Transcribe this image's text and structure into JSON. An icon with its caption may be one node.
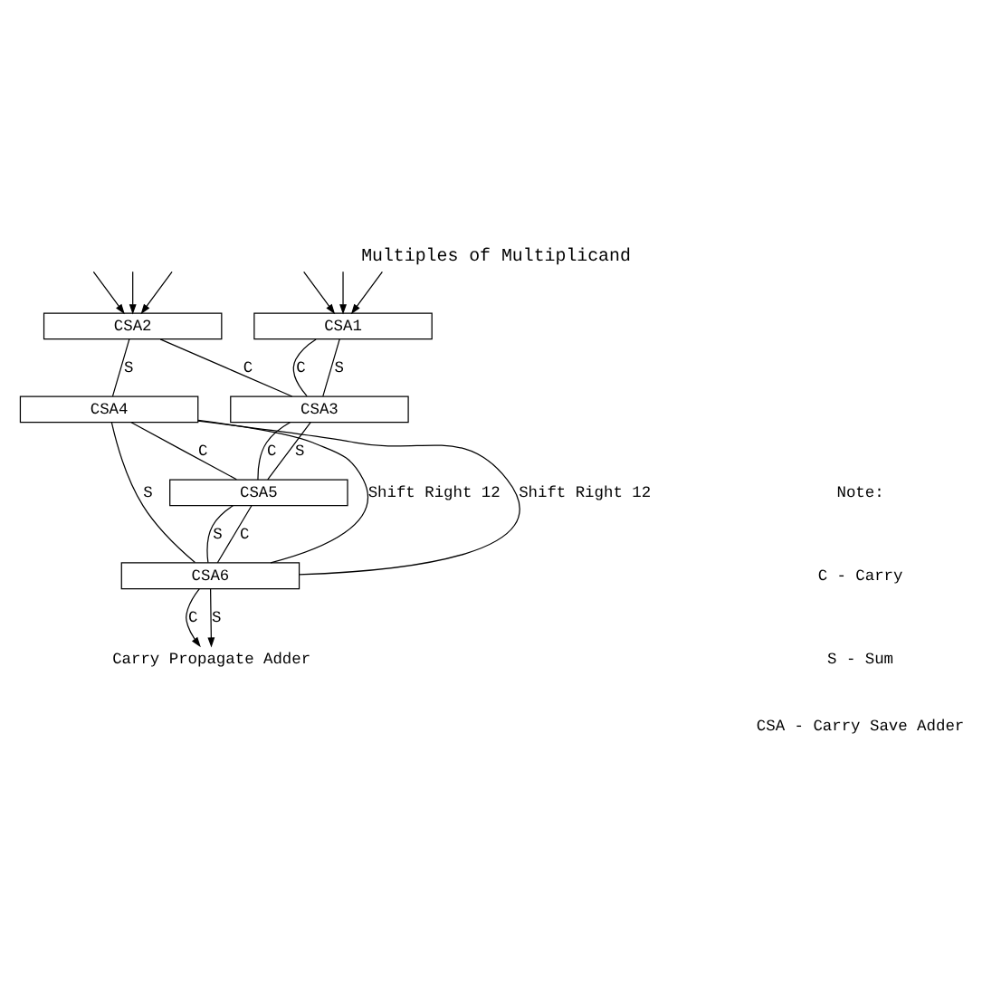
{
  "diagram": {
    "title": "Multiples of Multiplicand",
    "nodes": [
      {
        "text": [
          "CSA1"
        ]
      },
      {
        "text": [
          "CSA2"
        ]
      },
      {
        "text": [
          "CSA3"
        ]
      },
      {
        "text": [
          "CSA4"
        ]
      },
      {
        "text": [
          "CSA5"
        ]
      },
      {
        "text": [
          "CSA6"
        ]
      },
      {
        "text": [
          "Carry Propagate Adder"
        ]
      }
    ],
    "edges": [
      {
        "from": null,
        "to": 0,
        "arrow": "to"
      },
      {
        "from": null,
        "to": 0,
        "arrow": "to"
      },
      {
        "from": null,
        "to": 0,
        "arrow": "to"
      },
      {
        "from": null,
        "to": 1,
        "arrow": "to"
      },
      {
        "from": null,
        "to": 1,
        "arrow": "to"
      },
      {
        "from": null,
        "to": 1,
        "arrow": "to"
      },
      {
        "from": 0,
        "to": 2,
        "arrow": "none",
        "label": "C"
      },
      {
        "from": 0,
        "to": 2,
        "arrow": "none",
        "label": "S"
      },
      {
        "from": 1,
        "to": 2,
        "arrow": "none",
        "label": "C"
      },
      {
        "from": 1,
        "to": 3,
        "arrow": "none",
        "label": "S"
      },
      {
        "from": 2,
        "to": 4,
        "arrow": "none",
        "label": "C"
      },
      {
        "from": 2,
        "to": 4,
        "arrow": "none",
        "label": "S"
      },
      {
        "from": 3,
        "to": 4,
        "arrow": "none",
        "label": "C"
      },
      {
        "from": 3,
        "to": 5,
        "arrow": "none",
        "label": "S"
      },
      {
        "from": 4,
        "to": 5,
        "arrow": "none",
        "label": "C"
      },
      {
        "from": 4,
        "to": 5,
        "arrow": "none",
        "label": "S"
      },
      {
        "from": 5,
        "to": 6,
        "arrow": "to",
        "label": "C"
      },
      {
        "from": 5,
        "to": 6,
        "arrow": "to",
        "label": "S"
      },
      {
        "from": 5,
        "to": 3,
        "arrow": "none",
        "label": "Shift Right 12"
      },
      {
        "from": 5,
        "to": 3,
        "arrow": "none",
        "label": "Shift Right 12"
      }
    ],
    "labels": [
      "Note:",
      "C - Carry",
      "S - Sum",
      "CSA - Carry Save Adder"
    ]
  }
}
